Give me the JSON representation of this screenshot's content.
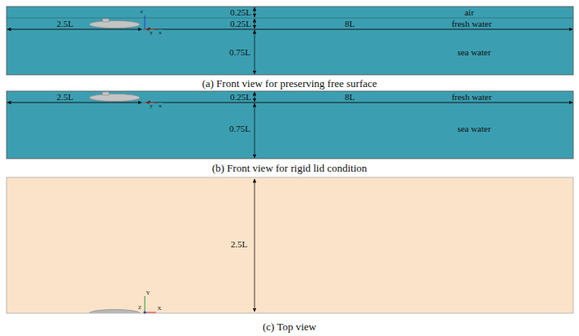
{
  "diagram": {
    "nodes": [
      {
        "text": [
          "air",
          "fresh water",
          "sea water"
        ]
      },
      {
        "text": [
          "fresh water",
          "sea water"
        ]
      }
    ],
    "labels": [
      "0.25L",
      "0.25L",
      "0.75L",
      "2.5L",
      "8L",
      "z",
      "y",
      "x",
      "(a) Front view for preserving free surface",
      "0.25L",
      "0.75L",
      "2.5L",
      "8L",
      "y",
      "x",
      "(b) Front view for rigid lid condition",
      "2.5L",
      "Y",
      "Z",
      "X",
      "(c) Top view"
    ]
  }
}
